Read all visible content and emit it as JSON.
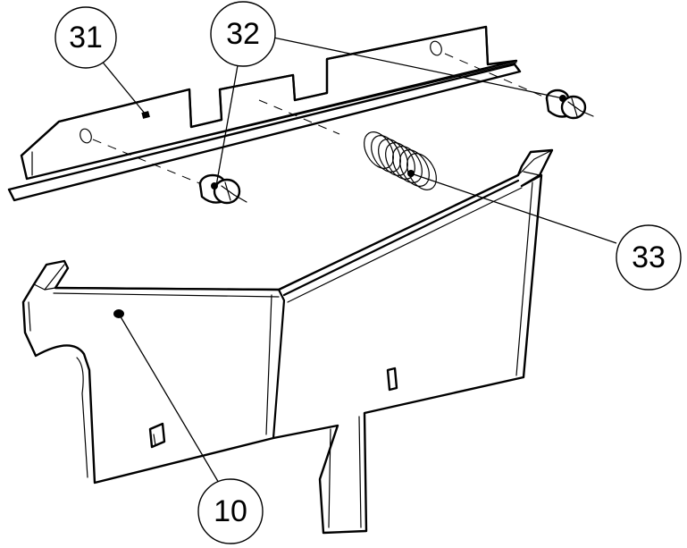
{
  "callouts": [
    {
      "id": "c31",
      "label": "31"
    },
    {
      "id": "c32",
      "label": "32"
    },
    {
      "id": "c33",
      "label": "33"
    },
    {
      "id": "c10",
      "label": "10"
    }
  ]
}
